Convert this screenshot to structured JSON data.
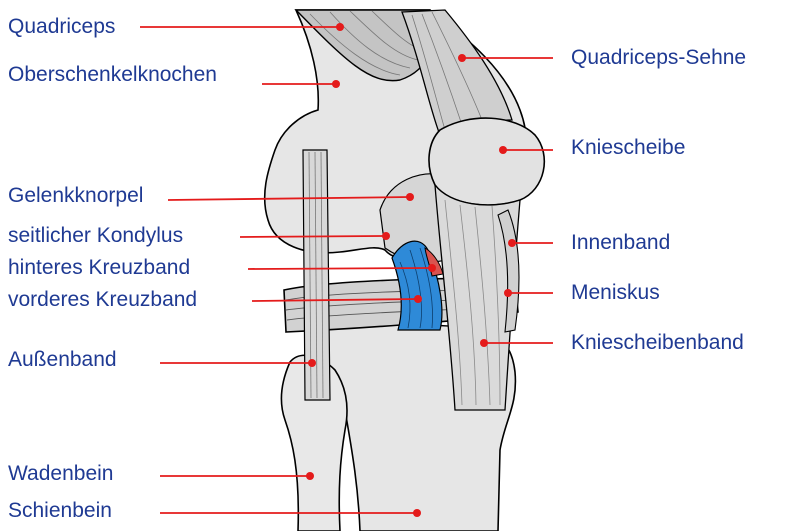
{
  "diagram": {
    "colors": {
      "label_text": "#1f3a93",
      "leader_line": "#e41b1b",
      "bone_fill": "#e6e6e6",
      "muscle_fill": "#c4c4c4",
      "ligament_blue": "#2e8ad8",
      "outline": "#000000"
    },
    "labels": {
      "quadriceps": "Quadriceps",
      "femur": "Oberschenkelknochen",
      "articular_cartilage": "Gelenkknorpel",
      "lateral_condyle": "seitlicher Kondylus",
      "posterior_cruciate": "hinteres Kreuzband",
      "anterior_cruciate": "vorderes Kreuzband",
      "lateral_ligament": "Außenband",
      "fibula": "Wadenbein",
      "tibia": "Schienbein",
      "quadriceps_tendon": "Quadriceps-Sehne",
      "patella": "Kniescheibe",
      "medial_ligament": "Innenband",
      "meniscus": "Meniskus",
      "patellar_ligament": "Kniescheibenband"
    }
  }
}
